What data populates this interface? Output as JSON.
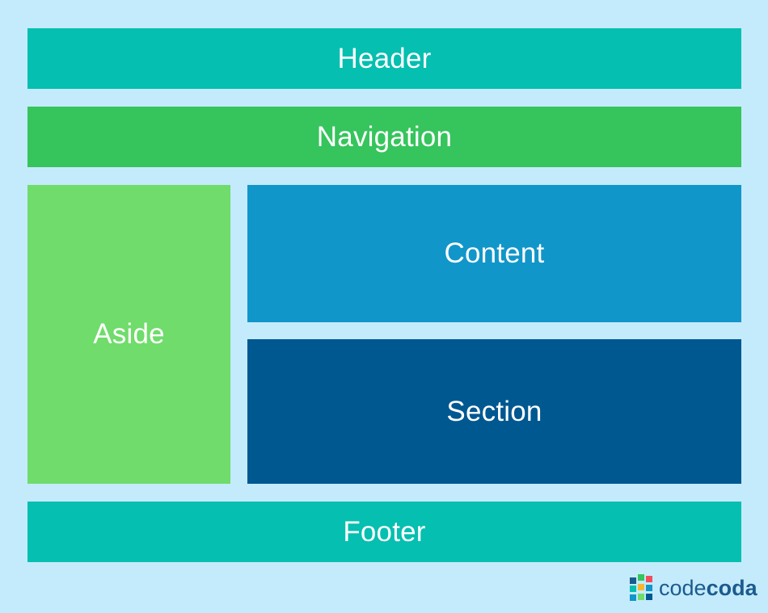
{
  "colors": {
    "background": "#c4ebfb",
    "header": "#05bfb0",
    "navigation": "#36c45c",
    "aside": "#6fdc6b",
    "content": "#1196c9",
    "section": "#005891",
    "footer": "#05bfb0",
    "logo_text": "#1b5b8e"
  },
  "blocks": {
    "header": "Header",
    "navigation": "Navigation",
    "aside": "Aside",
    "content": "Content",
    "section": "Section",
    "footer": "Footer"
  },
  "logo": {
    "icon": "grid-squares-icon",
    "text_light": "code",
    "text_bold": "coda"
  }
}
